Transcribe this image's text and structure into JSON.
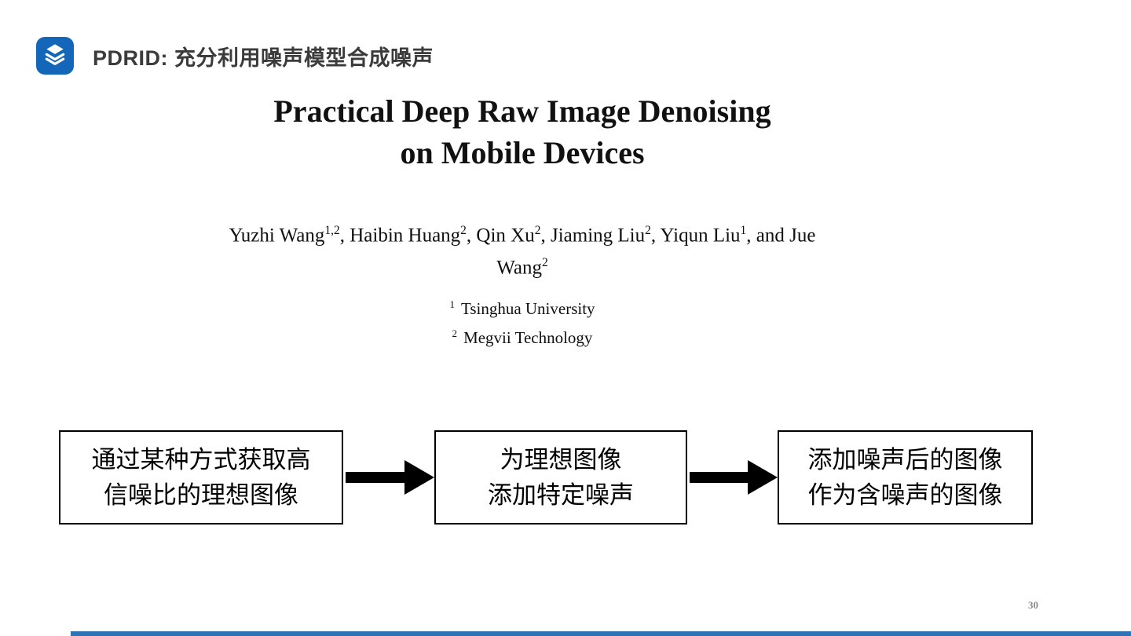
{
  "header": {
    "title": "PDRID: 充分利用噪声模型合成噪声",
    "logo_color": "#1467b8"
  },
  "paper": {
    "title_line1": "Practical Deep Raw Image Denoising",
    "title_line2": "on Mobile Devices",
    "authors_line1": [
      {
        "text": "Yuzhi Wang",
        "sup": "1,2"
      },
      {
        "text": ", Haibin Huang",
        "sup": "2"
      },
      {
        "text": ", Qin Xu",
        "sup": "2"
      },
      {
        "text": ", Jiaming Liu",
        "sup": "2"
      },
      {
        "text": ", Yiqun Liu",
        "sup": "1"
      },
      {
        "text": ", and Jue",
        "sup": ""
      }
    ],
    "authors_line2": [
      {
        "text": "Wang",
        "sup": "2"
      }
    ],
    "affiliations": [
      {
        "sup": "1",
        "name": "Tsinghua University"
      },
      {
        "sup": "2",
        "name": "Megvii Technology"
      }
    ]
  },
  "flow": {
    "boxes": [
      {
        "line1": "通过某种方式获取高",
        "line2": "信噪比的理想图像"
      },
      {
        "line1": "为理想图像",
        "line2": "添加特定噪声"
      },
      {
        "line1": "添加噪声后的图像",
        "line2": "作为含噪声的图像"
      }
    ]
  },
  "footer": {
    "page_number": "30"
  }
}
